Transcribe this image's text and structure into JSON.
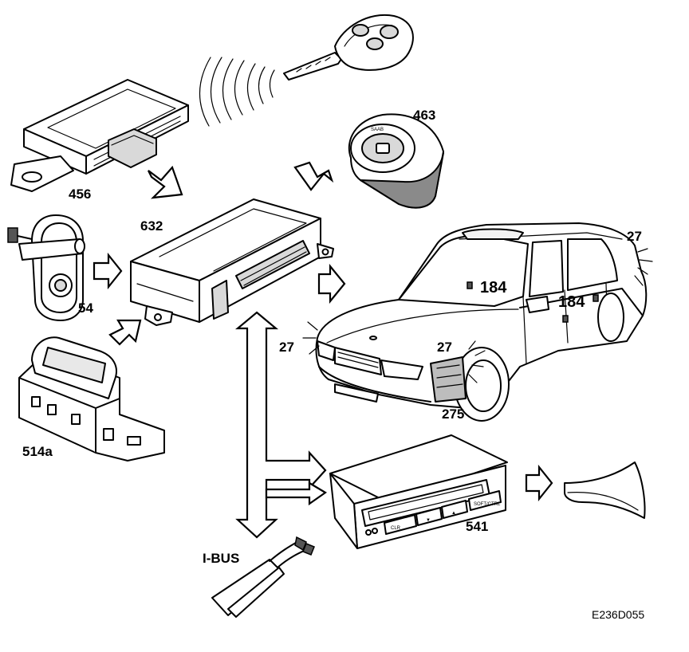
{
  "components": {
    "remote_receiver": "456",
    "central_module": "632",
    "ignition_switch": "463",
    "door_switch": "54",
    "panel_switch": "514a",
    "display_unit": "541",
    "indicator_light": "27",
    "door_lock_motor": "184",
    "hood_switch": "275"
  },
  "bus_label": "I-BUS",
  "drawing_code": "E236D055",
  "key_buttons": [
    "",
    ""
  ],
  "ignition_text": "SAAB",
  "display_buttons": [
    "CLR",
    "▼",
    "▲",
    "SOFT/CTRL"
  ]
}
